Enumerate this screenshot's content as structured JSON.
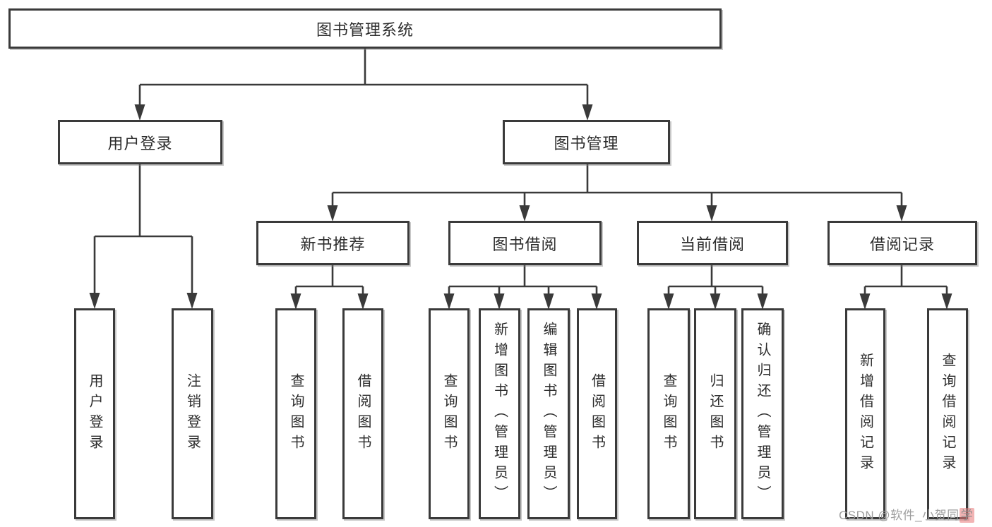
{
  "colors": {
    "line": "#3a3a3a",
    "box_border": "#3a3a3a",
    "text": "#2d2d2d",
    "watermark_gray": "#9e9e9e",
    "watermark_red": "#e87777",
    "background": "#ffffff"
  },
  "nodes": {
    "root": {
      "label": "图书管理系统"
    },
    "user_login": {
      "label": "用户登录"
    },
    "book_mgmt": {
      "label": "图书管理"
    },
    "new_book_rec": {
      "label": "新书推荐"
    },
    "book_borrow": {
      "label": "图书借阅"
    },
    "current_borrow": {
      "label": "当前借阅"
    },
    "borrow_record": {
      "label": "借阅记录"
    },
    "leaves": [
      {
        "label": "用户登录"
      },
      {
        "label": "注销登录"
      },
      {
        "label": "查询图书"
      },
      {
        "label": "借阅图书"
      },
      {
        "label": "查询图书"
      },
      {
        "label": "新增图书（管理员）"
      },
      {
        "label": "编辑图书（管理员）"
      },
      {
        "label": "借阅图书"
      },
      {
        "label": "查询图书"
      },
      {
        "label": "归还图书"
      },
      {
        "label": "确认归还（管理员）"
      },
      {
        "label": "新增借阅记录"
      },
      {
        "label": "查询借阅记录"
      }
    ]
  },
  "watermark": {
    "prefix": "CSDN @软件_小贺同",
    "suffix": "学"
  }
}
